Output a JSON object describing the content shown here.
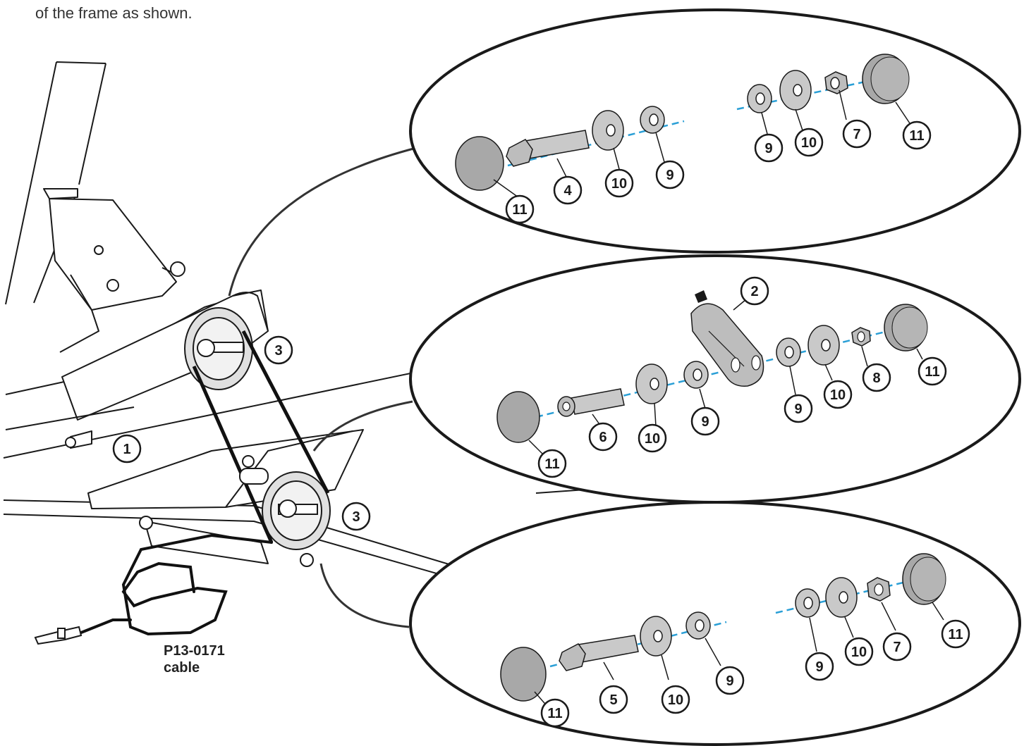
{
  "caption": "of the frame as shown.",
  "cable_label": {
    "line1": "P13-0171",
    "line2": "cable"
  },
  "callouts": {
    "frame": "1",
    "sensor": "2",
    "pulley": "3",
    "bolt_top": "4",
    "bolt_bottom": "5",
    "shoulder_bolt": "6",
    "nut": "7",
    "nut_small": "8",
    "washer_small": "9",
    "washer_large": "10",
    "cap": "11"
  },
  "colors": {
    "line": "#1a1a1a",
    "part_fill": "#bdbdbd",
    "cap_fill": "#a8a8a8",
    "axis": "#2a9fd6",
    "background": "#ffffff"
  }
}
